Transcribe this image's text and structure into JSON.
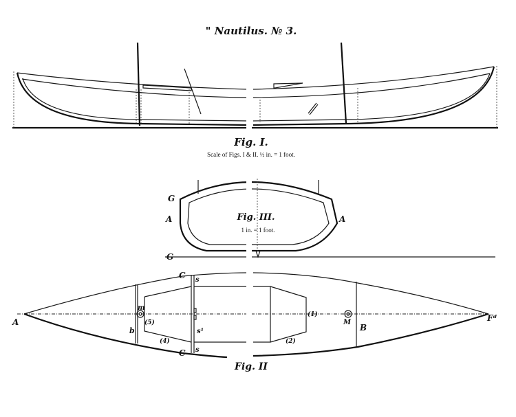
{
  "title": "\" Nautilus. № 3.",
  "fig1": {
    "caption": "Fig. I.",
    "scale": "Scale of Figs. I & II.  ½ in. = 1 foot."
  },
  "fig3": {
    "caption": "Fig. III.",
    "scale": "1 in. = 1 foot.",
    "labels": {
      "g_top": "G",
      "a_left": "A",
      "a_right": "A",
      "g_base": "G"
    }
  },
  "fig2": {
    "caption": "Fig. II",
    "labels": {
      "a": "A",
      "b": "b",
      "m": "m",
      "p5": "(5)",
      "p4": "(4)",
      "c_top": "C",
      "c_bottom": "C",
      "s_top": "s",
      "s_bottom": "s",
      "s1": "s¹",
      "p1": "(1)",
      "p2": "(2)",
      "M": "M",
      "B": "B",
      "fd": "Fᵈ"
    }
  }
}
